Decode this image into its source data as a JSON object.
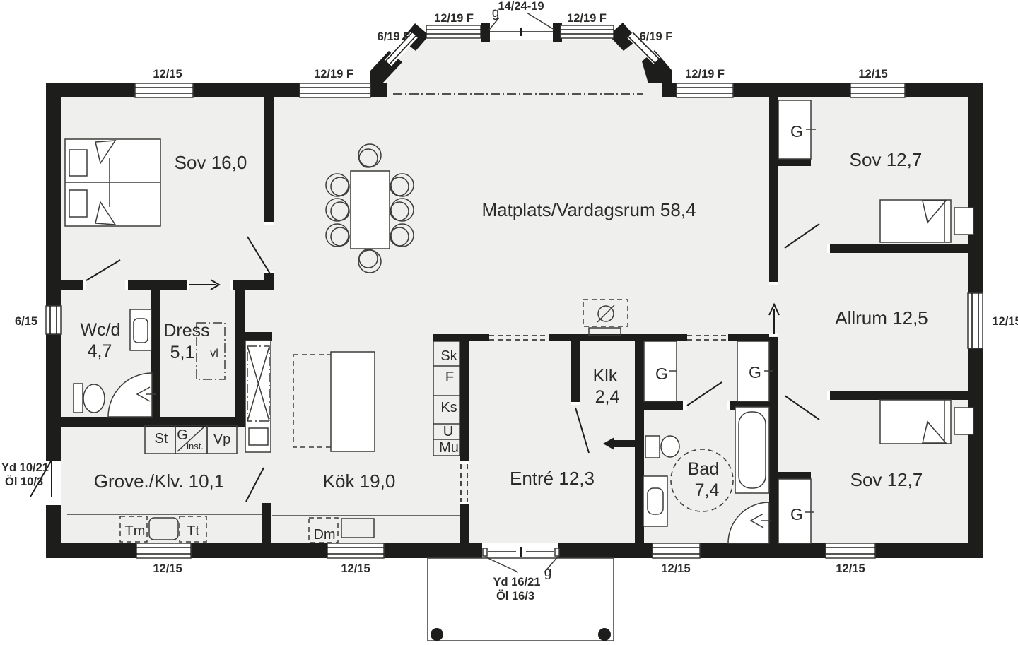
{
  "colors": {
    "wall": "#1d1d1b",
    "floor": "#efefee",
    "line": "#3c3c3a",
    "text": "#2b2b29"
  },
  "rooms": {
    "sov_left": "Sov 16,0",
    "matplats": "Matplats/Vardagsrum 58,4",
    "sov_top_right": "Sov 12,7",
    "allrum": "Allrum 12,5",
    "sov_bottom_right": "Sov 12,7",
    "wcd": "Wc/d",
    "wcd_area": "4,7",
    "dress": "Dress",
    "dress_area": "5,1",
    "grove": "Grove./Klv. 10,1",
    "kok": "Kök 19,0",
    "entre": "Entré 12,3",
    "klk": "Klk",
    "klk_area": "2,4",
    "bad": "Bad",
    "bad_area": "7,4"
  },
  "storage": {
    "garderob": "G",
    "vl": "vl"
  },
  "appliances": {
    "sk": "Sk",
    "f": "F",
    "ks": "Ks",
    "u": "U",
    "mu": "Mu",
    "st": "St",
    "g": "G",
    "inst": "inst.",
    "vp": "Vp",
    "tm": "Tm",
    "tt": "Tt",
    "dm": "Dm"
  },
  "windows": {
    "s1215": "12/15",
    "s1219f": "12/19 F",
    "s619f": "6/19 F",
    "s615": "6/15",
    "bay_center": "14/24-19"
  },
  "doors": {
    "g": "g",
    "side_yd": "Yd 10/21",
    "side_ol": "Öl 10/3",
    "entry_yd": "Yd 16/21",
    "entry_ol": "Öl 16/3"
  }
}
